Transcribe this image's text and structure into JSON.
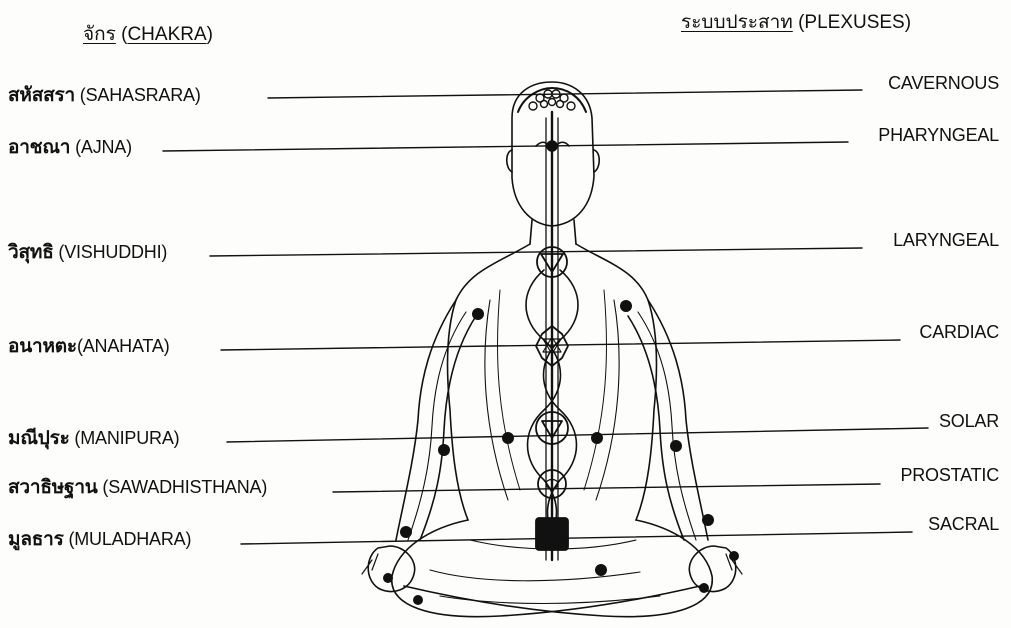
{
  "headers": {
    "left_thai": "จักร",
    "left_en": "CHAKRA",
    "right_thai": "ระบบประสาท",
    "right_en": "PLEXUSES"
  },
  "chakras": [
    {
      "thai": "สหัสสรา",
      "name": "SAHASRARA",
      "plexus": "CAVERNOUS"
    },
    {
      "thai": "อาชณา",
      "name": "AJNA",
      "plexus": "PHARYNGEAL"
    },
    {
      "thai": "วิสุทธิ",
      "name": "VISHUDDHI",
      "plexus": "LARYNGEAL"
    },
    {
      "thai": "อนาหตะ",
      "name": "ANAHATA",
      "plexus": "CARDIAC"
    },
    {
      "thai": "มณีปุระ",
      "name": "MANIPURA",
      "plexus": "SOLAR"
    },
    {
      "thai": "สวาธิษฐาน",
      "name": "SAWADHISTHANA",
      "plexus": "PROSTATIC"
    },
    {
      "thai": "มูลธาร",
      "name": "MULADHARA",
      "plexus": "SACRAL"
    }
  ],
  "colors": {
    "ink": "#111111",
    "paper": "#fdfdfb"
  }
}
